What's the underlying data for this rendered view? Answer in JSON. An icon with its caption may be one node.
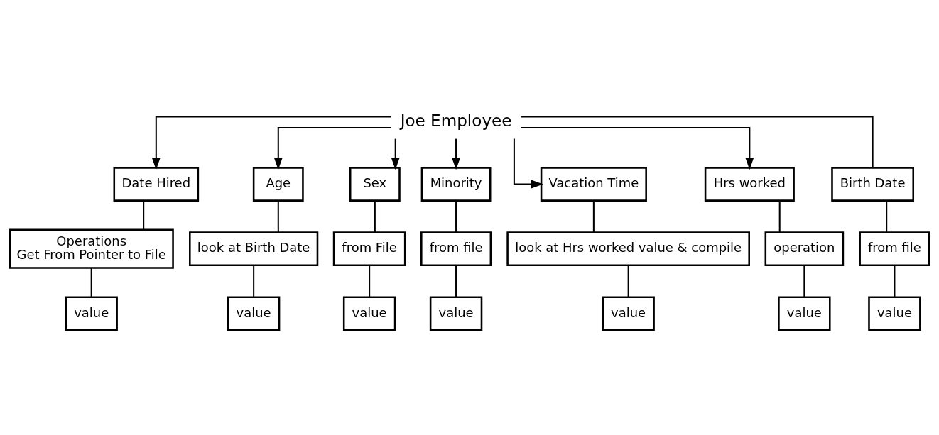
{
  "diagram": {
    "nodes": [
      {
        "text": [
          "Joe Employee"
        ]
      },
      {
        "text": [
          "Date Hired"
        ]
      },
      {
        "text": [
          "Age"
        ]
      },
      {
        "text": [
          "Sex"
        ]
      },
      {
        "text": [
          "Minority"
        ]
      },
      {
        "text": [
          "Vacation Time"
        ]
      },
      {
        "text": [
          "Hrs worked"
        ]
      },
      {
        "text": [
          "Birth Date"
        ]
      },
      {
        "text": [
          "Operations",
          "Get From Pointer to File"
        ]
      },
      {
        "text": [
          "value"
        ]
      },
      {
        "text": [
          "look at Birth Date"
        ]
      },
      {
        "text": [
          "value"
        ]
      },
      {
        "text": [
          "from File"
        ]
      },
      {
        "text": [
          "value"
        ]
      },
      {
        "text": [
          "from file"
        ]
      },
      {
        "text": [
          "value"
        ]
      },
      {
        "text": [
          "look at Hrs worked value & compile"
        ]
      },
      {
        "text": [
          "value"
        ]
      },
      {
        "text": [
          "operation"
        ]
      },
      {
        "text": [
          "value"
        ]
      },
      {
        "text": [
          "from file"
        ]
      },
      {
        "text": [
          "value"
        ]
      }
    ],
    "edges": [
      {
        "from": 0,
        "to": 1,
        "arrow": "to"
      },
      {
        "from": 0,
        "to": 2,
        "arrow": "to"
      },
      {
        "from": 0,
        "to": 3,
        "arrow": "to"
      },
      {
        "from": 0,
        "to": 4,
        "arrow": "to"
      },
      {
        "from": 0,
        "to": 5,
        "arrow": "to"
      },
      {
        "from": 0,
        "to": 6,
        "arrow": "to"
      },
      {
        "from": 0,
        "to": 7,
        "arrow": "none"
      },
      {
        "from": 1,
        "to": 8,
        "arrow": "none"
      },
      {
        "from": 8,
        "to": 9,
        "arrow": "none"
      },
      {
        "from": 2,
        "to": 10,
        "arrow": "none"
      },
      {
        "from": 10,
        "to": 11,
        "arrow": "none"
      },
      {
        "from": 3,
        "to": 12,
        "arrow": "none"
      },
      {
        "from": 12,
        "to": 13,
        "arrow": "none"
      },
      {
        "from": 4,
        "to": 14,
        "arrow": "none"
      },
      {
        "from": 14,
        "to": 15,
        "arrow": "none"
      },
      {
        "from": 5,
        "to": 16,
        "arrow": "none"
      },
      {
        "from": 16,
        "to": 17,
        "arrow": "none"
      },
      {
        "from": 6,
        "to": 18,
        "arrow": "none"
      },
      {
        "from": 18,
        "to": 19,
        "arrow": "none"
      },
      {
        "from": 7,
        "to": 20,
        "arrow": "none"
      },
      {
        "from": 20,
        "to": 21,
        "arrow": "none"
      }
    ]
  }
}
